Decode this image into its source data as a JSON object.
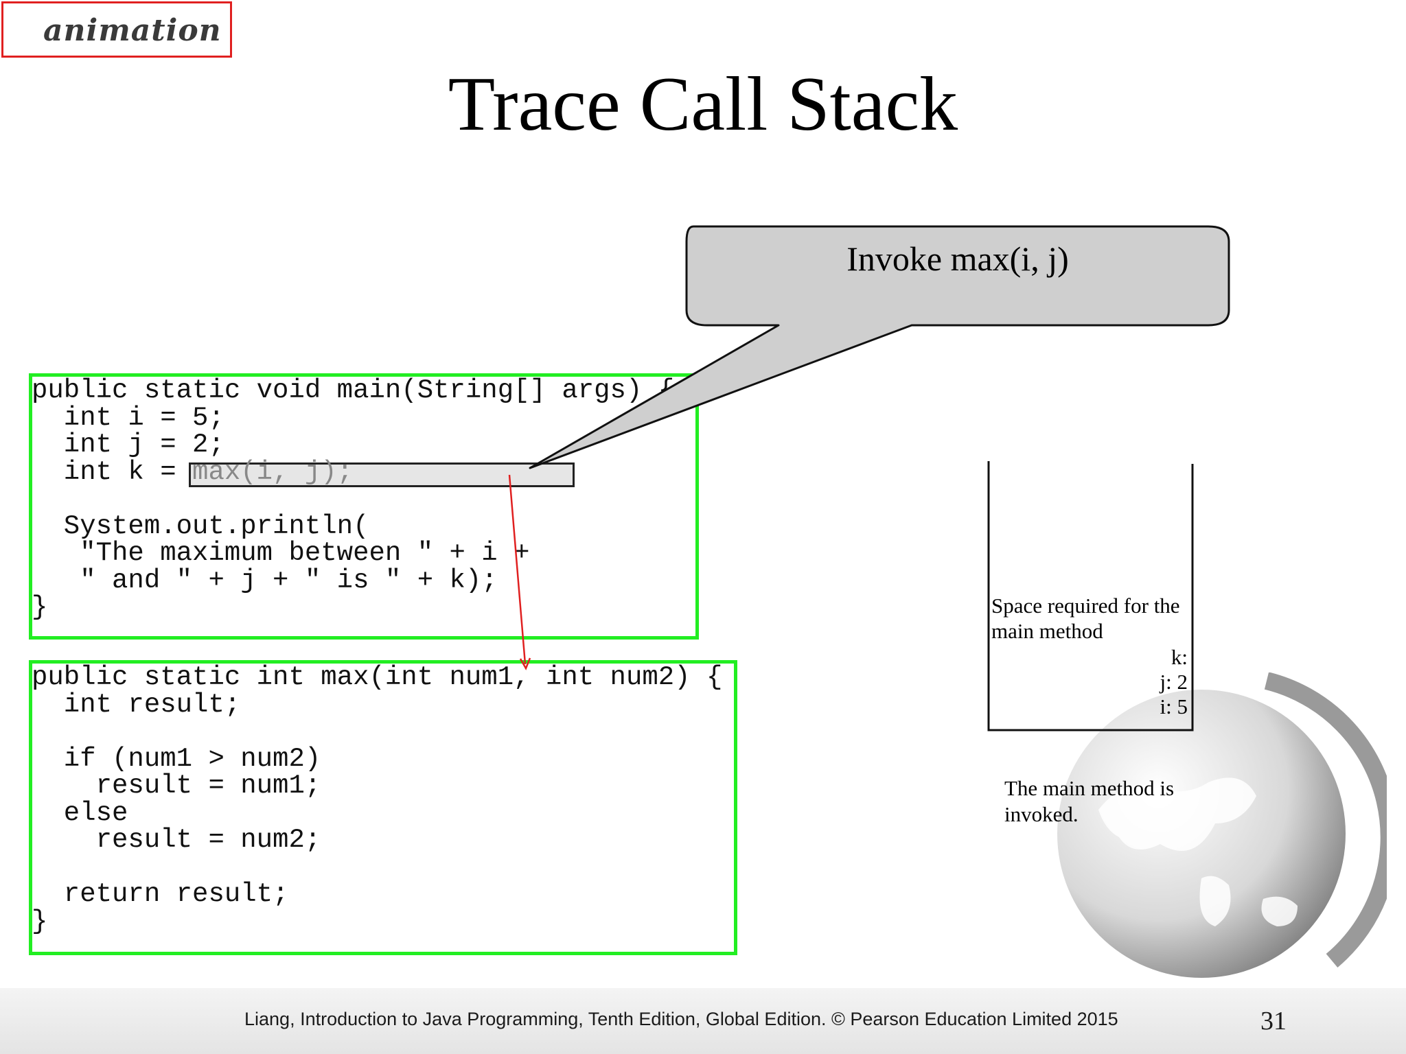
{
  "badge": {
    "label": "animation"
  },
  "slide": {
    "title": "Trace Call Stack",
    "page_number": "31"
  },
  "callout": {
    "text": "Invoke max(i, j)"
  },
  "code_main": {
    "lines": [
      "public static void main(String[] args) {",
      "  int i = 5;",
      "  int j = 2;",
      "  int k = ",
      "",
      "  System.out.println(",
      "   \"The maximum between \" + i +",
      "   \" and \" + j + \" is \" + k);",
      "}"
    ],
    "call_expression": "max(i, j);"
  },
  "code_max": {
    "lines": [
      "public static int max(int num1, int num2) {",
      "  int result;",
      "",
      "  if (num1 > num2)",
      "    result = num1;",
      "  else",
      "    result = num2;",
      "",
      "  return result;",
      "}"
    ]
  },
  "stack": {
    "frame_label": "Space required for the main method",
    "vars": [
      "k:",
      "j: 2",
      "i: 5"
    ],
    "caption": "The main method is invoked."
  },
  "footer": {
    "text": "Liang, Introduction to Java Programming, Tenth Edition, Global Edition. © Pearson Education Limited 2015"
  },
  "colors": {
    "code_border": "#22ee22",
    "arrow": "#e02020",
    "callout_fill": "#cfcfcf",
    "badge_border": "#e02020"
  },
  "icons": {
    "decoration": "globe-icon",
    "pointer": "red-arrow"
  }
}
